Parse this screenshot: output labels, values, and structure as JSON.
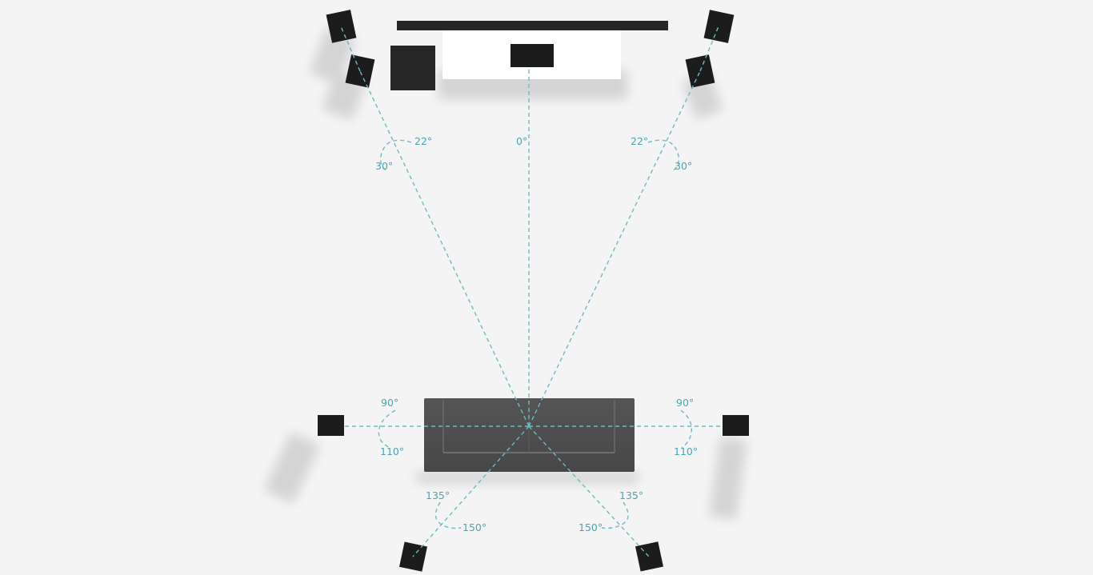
{
  "colors": {
    "background": "#f4f4f4",
    "guide_line": "#6dbac4",
    "label": "#4aa5b2",
    "speaker": "#1c1c1c",
    "screen": "#2a2a2a",
    "tv_stand": "#ffffff",
    "sofa": "#4e4e4e"
  },
  "labels": {
    "center_angle": "0°",
    "front_left_inner": "22°",
    "front_left_outer": "30°",
    "front_right_inner": "22°",
    "front_right_outer": "30°",
    "side_left_top": "90°",
    "side_left_bottom": "110°",
    "side_right_top": "90°",
    "side_right_bottom": "110°",
    "rear_left_top": "135°",
    "rear_left_bottom": "150°",
    "rear_right_top": "135°",
    "rear_right_bottom": "150°"
  }
}
